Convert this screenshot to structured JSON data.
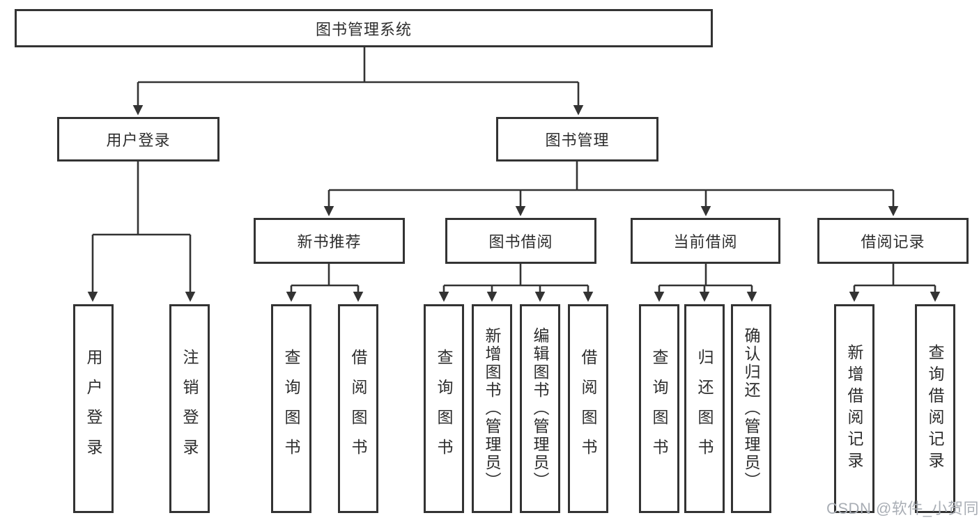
{
  "diagram": {
    "root": {
      "label": "图书管理系统"
    },
    "level2": [
      {
        "label": "用户登录",
        "children": [
          {
            "label": "用户登录"
          },
          {
            "label": "注销登录"
          }
        ]
      },
      {
        "label": "图书管理",
        "children": [
          {
            "label": "新书推荐",
            "children": [
              {
                "label": "查询图书"
              },
              {
                "label": "借阅图书"
              }
            ]
          },
          {
            "label": "图书借阅",
            "children": [
              {
                "label": "查询图书"
              },
              {
                "label": "新增图书（管理员）"
              },
              {
                "label": "编辑图书（管理员）"
              },
              {
                "label": "借阅图书"
              }
            ]
          },
          {
            "label": "当前借阅",
            "children": [
              {
                "label": "查询图书"
              },
              {
                "label": "归还图书"
              },
              {
                "label": "确认归还（管理员）"
              }
            ]
          },
          {
            "label": "借阅记录",
            "children": [
              {
                "label": "新增借阅记录"
              },
              {
                "label": "查询借阅记录"
              }
            ]
          }
        ]
      }
    ]
  },
  "watermark": {
    "text": "CSDN @软件_小贺同学"
  },
  "colors": {
    "line": "#333333",
    "text": "#2d2d2d",
    "watermark": "#a9aeb5"
  }
}
